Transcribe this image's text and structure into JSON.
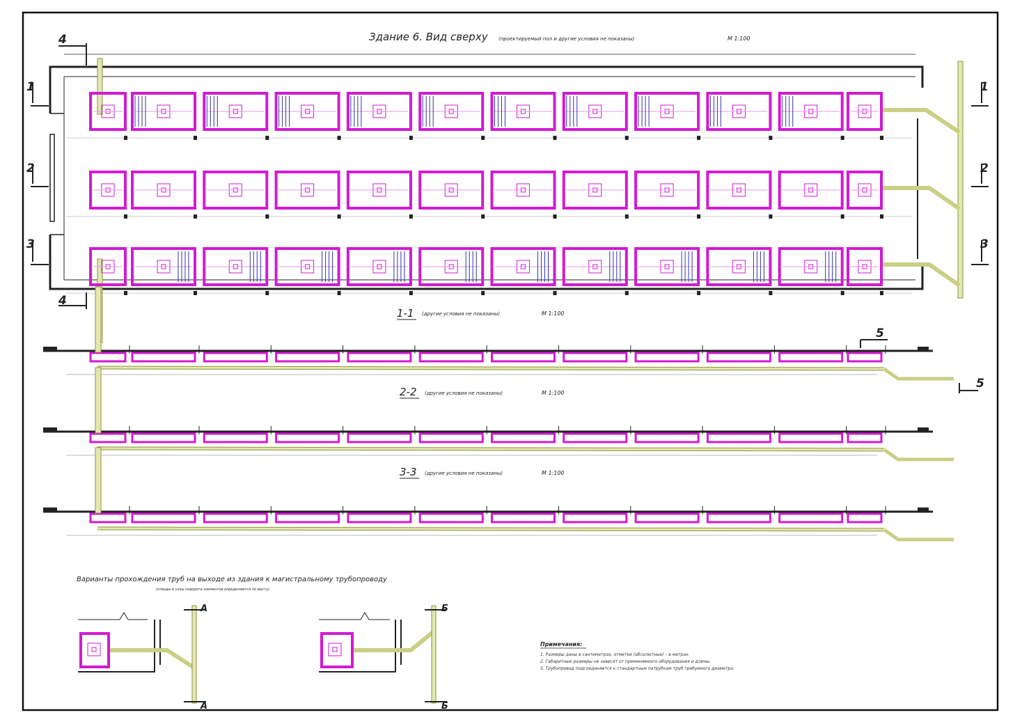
{
  "drawing": {
    "plan_title": "Здание 6. Вид сверху",
    "plan_subtitle": "(проектируемый пол и другие условия не показаны)",
    "plan_scale": "М 1:100",
    "section_cut_labels": [
      "1",
      "2",
      "3",
      "4",
      "5"
    ],
    "section_1": {
      "id": "1-1",
      "note": "(другие условия не показаны)",
      "scale": "М 1:100"
    },
    "section_2": {
      "id": "2-2",
      "note": "(другие условия не показаны)",
      "scale": "М 1:100"
    },
    "section_3": {
      "id": "3-3",
      "note": "(другие условия не показаны)",
      "scale": "М 1:100"
    },
    "variants_title": "Варианты прохождения труб на выходе из здания к магистральному трубопроводу",
    "variants_subtitle": "(отводы и узлы поворота элементов определяются по месту)",
    "variant_cut_labels": [
      "А",
      "Б"
    ],
    "notes_heading": "Примечания:",
    "notes": [
      "1. Размеры даны в сантиметрах, отметки (абсолютные) – в метрах.",
      "2. Габаритные размеры не зависят от применяемого оборудования и длины.",
      "3. Трубопровод подсоединяется к стандартным патрубкам труб требуемого диаметра."
    ]
  },
  "colors": {
    "pen_container": "#d21ad2",
    "pipe_fill": "#e3e8b0",
    "pipe_stroke": "#8c9240",
    "line": "#222222",
    "blue_hatch": "#3333aa",
    "border": "#111111"
  },
  "plan": {
    "rows": 3,
    "pens_per_row": 12
  }
}
